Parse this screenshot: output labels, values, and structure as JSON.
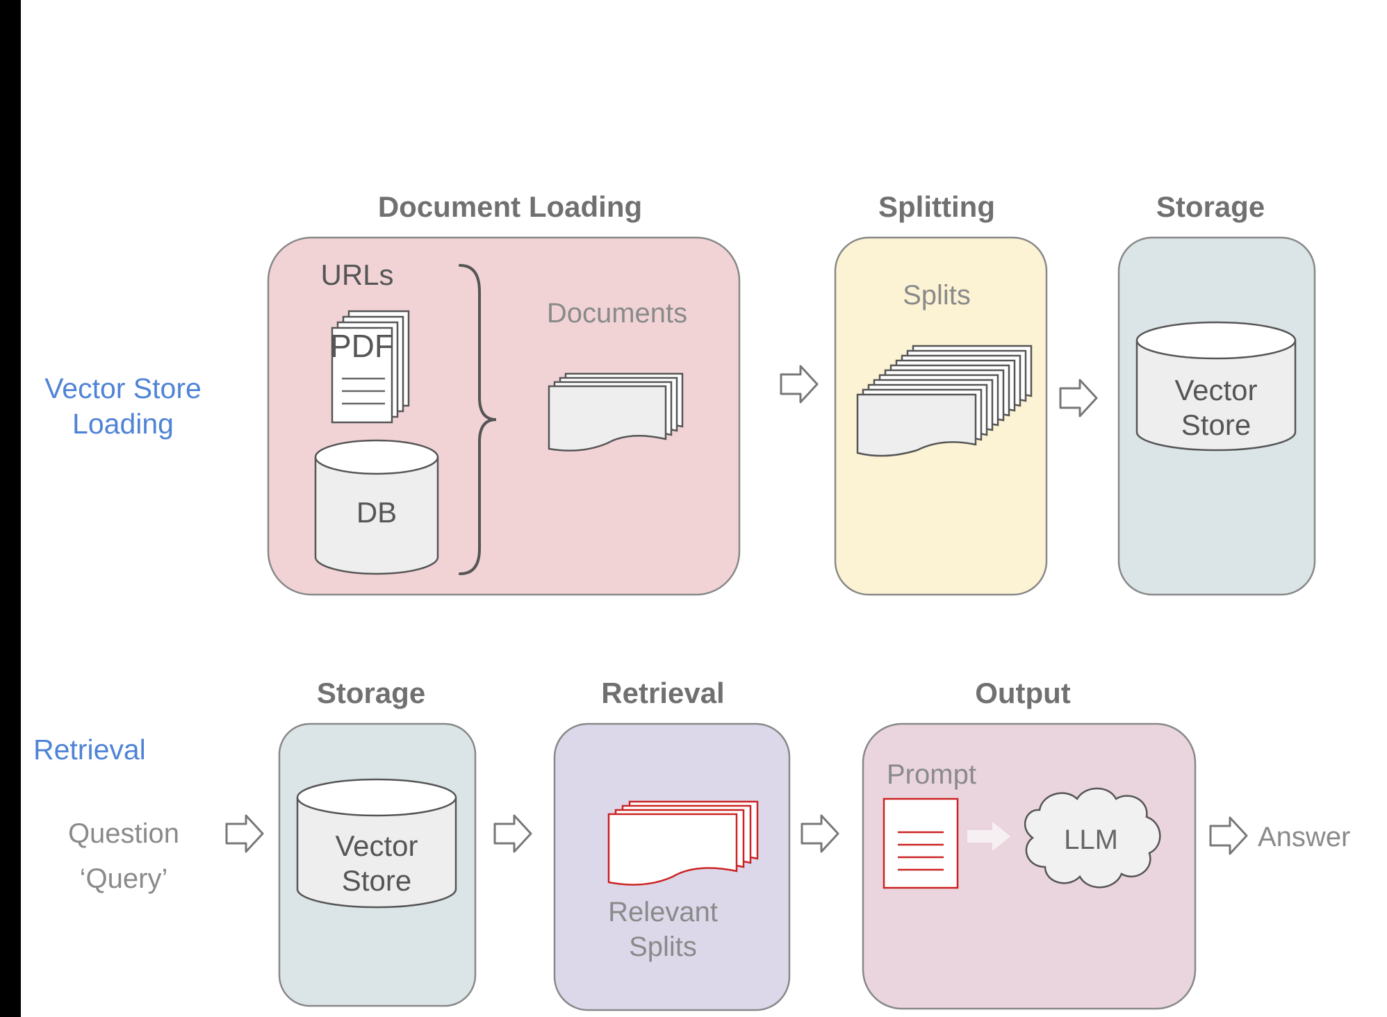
{
  "colors": {
    "document_loading_panel": "#f1d3d6",
    "splitting_panel": "#fcf3d4",
    "storage_panel": "#dbe4e6",
    "retrieval_panel": "#dcd8ea",
    "output_panel": "#ead5de",
    "row_label": "#4f83d6",
    "highlight_outline": "#cc2222"
  },
  "rows": {
    "loading": {
      "label_line1": "Vector Store",
      "label_line2": "Loading"
    },
    "retrieval": {
      "label": "Retrieval"
    }
  },
  "panels": {
    "document_loading": {
      "title": "Document Loading",
      "urls": "URLs",
      "pdf": "PDF",
      "db": "DB",
      "documents": "Documents"
    },
    "splitting": {
      "title": "Splitting",
      "splits": "Splits"
    },
    "storage_top": {
      "title": "Storage",
      "store_line1": "Vector",
      "store_line2": "Store"
    },
    "storage_bottom": {
      "title": "Storage",
      "store_line1": "Vector",
      "store_line2": "Store"
    },
    "retrieval": {
      "title": "Retrieval",
      "relevant_line1": "Relevant",
      "relevant_line2": "Splits"
    },
    "output": {
      "title": "Output",
      "prompt": "Prompt",
      "llm": "LLM"
    }
  },
  "question": {
    "line1": "Question",
    "line2": "‘Query’"
  },
  "answer": "Answer",
  "icons": [
    "pdf-document-icon",
    "database-cylinder-icon",
    "curly-brace-icon",
    "document-stack-icon",
    "split-stack-icon",
    "vector-store-cylinder-icon",
    "flow-arrow-icon",
    "prompt-document-icon",
    "llm-cloud-icon"
  ]
}
